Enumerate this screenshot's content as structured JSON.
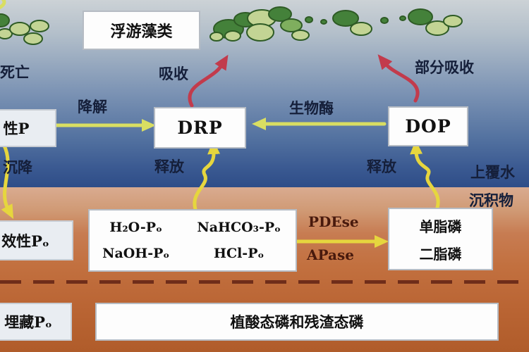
{
  "zones": {
    "overlying_water": "上覆水",
    "sediment": "沉积物"
  },
  "nodes": {
    "phytoplankton": "浮游藻类",
    "drp": "DRP",
    "dop": "DOP",
    "particulate_p": "性P",
    "bioavailable_p": "效性Pₒ",
    "buried_p": "埋藏Pₒ",
    "lipid_line1": "单脂磷",
    "lipid_line2": "二脂磷",
    "phytate": "植酸态磷和残渣态磷",
    "fractions": {
      "r1c1": "H₂O-Pₒ",
      "r1c2": "NaHCO₃-Pₒ",
      "r2c1": "NaOH-Pₒ",
      "r2c2": "HCl-Pₒ"
    }
  },
  "labels": {
    "death": "死亡",
    "degradation": "降解",
    "uptake": "吸收",
    "partial_uptake": "部分吸收",
    "bio_enzyme": "生物酶",
    "release_drp": "释放",
    "release_dop": "释放",
    "settling": "沉降",
    "pdese": "PDEse",
    "apase": "APase"
  },
  "colors": {
    "water_top": "#ccd2d6",
    "water_mid": "#7e95b5",
    "water_deep": "#2e4d88",
    "sed_light": "#d9ab90",
    "sed_mid": "#c2703f",
    "sed_dark": "#b05c2a",
    "arrow_yellow": "#e6d63e",
    "arrow_ygreen": "#d9de62",
    "arrow_red": "#c23b4c",
    "algae_dark": "#44813a",
    "algae_mid": "#7fae5e",
    "algae_light": "#c3d494",
    "algae_outline": "#2e5b25",
    "box_bg": "#fdfdfd",
    "box_border": "#b6bcc4",
    "side_box_bg": "#e9edf2",
    "side_box_border": "#c7ccd3",
    "label_dark": "#151f3a",
    "label_maroon": "#491a0d",
    "dash_brown": "#6f2d1a"
  }
}
